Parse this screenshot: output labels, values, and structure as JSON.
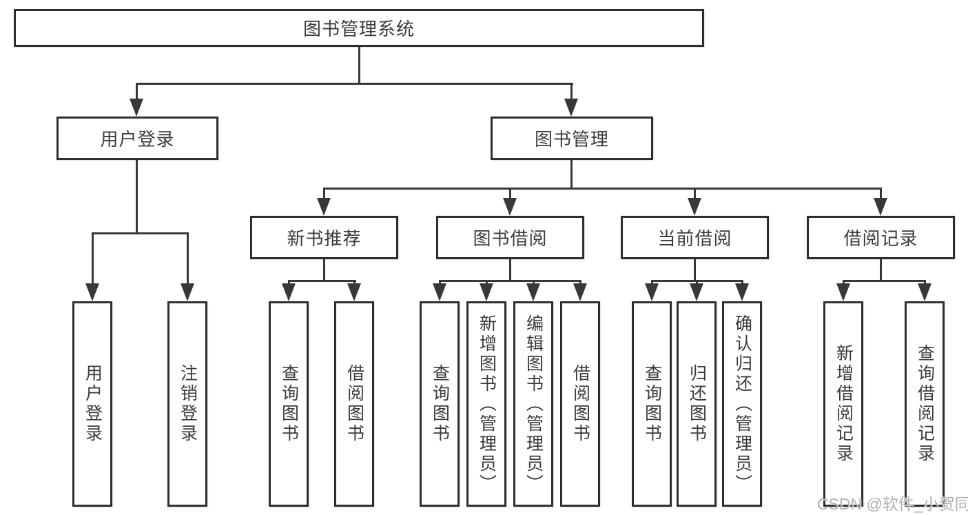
{
  "diagram": {
    "root": {
      "label": "图书管理系统"
    },
    "level2": [
      {
        "label": "用户登录"
      },
      {
        "label": "图书管理"
      }
    ],
    "level3": [
      {
        "label": "新书推荐"
      },
      {
        "label": "图书借阅"
      },
      {
        "label": "当前借阅"
      },
      {
        "label": "借阅记录"
      }
    ],
    "leaves": [
      {
        "label": "用户登录"
      },
      {
        "label": "注销登录"
      },
      {
        "label": "查询图书"
      },
      {
        "label": "借阅图书"
      },
      {
        "label": "查询图书"
      },
      {
        "label": "新增图书（管理员）"
      },
      {
        "label": "编辑图书（管理员）"
      },
      {
        "label": "借阅图书"
      },
      {
        "label": "查询图书"
      },
      {
        "label": "归还图书"
      },
      {
        "label": "确认归还（管理员）"
      },
      {
        "label": "新增借阅记录"
      },
      {
        "label": "查询借阅记录"
      }
    ]
  },
  "watermark": {
    "text": "CSDN @软件_小贺同学"
  },
  "colors": {
    "line": "#383838",
    "border": "#2e2e2e",
    "text": "#3b3b3b",
    "background": "#ffffff",
    "watermark": "#adadad"
  }
}
